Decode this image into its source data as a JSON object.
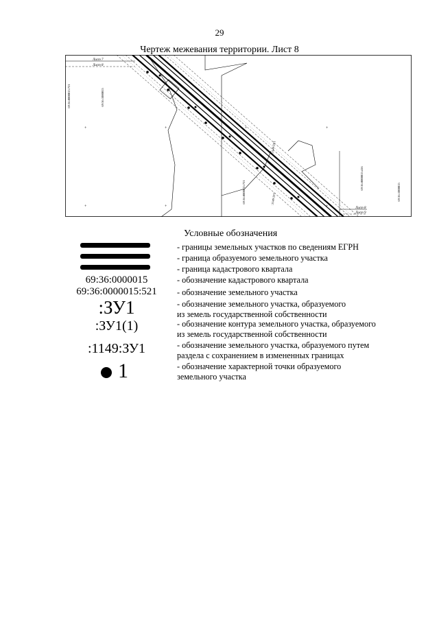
{
  "page": {
    "number": "29",
    "title": "Чертеж межевания территории. Лист 8"
  },
  "map": {
    "sheet_labels": {
      "top_1": "Лист 7",
      "top_2": "Лист 8",
      "bottom_1": "Лист 8",
      "bottom_2": "Лист 9"
    },
    "quarter_labels": {
      "left_edge": "69:36:0000015:721",
      "left_inner": "69:36:1000015",
      "right_mid": "69:36:0000015:416",
      "bottom_mid": "69:36:0000015:721",
      "right_edge": "69:36:1000015"
    },
    "parcel_labels": {
      "right_1": ":1149:ЗУ1",
      "right_2": ":1149:ЗУ1"
    },
    "colors": {
      "line": "#000000",
      "paper": "#ffffff"
    }
  },
  "legend": {
    "title": "Условные обозначения",
    "items": [
      {
        "symbol": "bar",
        "description": "- границы земельных участков по сведениям ЕГРН"
      },
      {
        "symbol": "bar",
        "description": "- граница образуемого земельного участка"
      },
      {
        "symbol": "bar",
        "description": "- граница кадастрового квартала"
      },
      {
        "symbol": "text",
        "text": "69:36:0000015",
        "description": "- обозначение кадастрового квартала"
      },
      {
        "symbol": "text",
        "text": "69:36:0000015:521",
        "description": "- обозначение земельного участка"
      },
      {
        "symbol": "text",
        "text": ":ЗУ1",
        "description": "- обозначение земельного участка, образуемого\nиз земель государственной собственности"
      },
      {
        "symbol": "text",
        "text": ":ЗУ1(1)",
        "description": "- обозначение контура земельного участка, образуемого\nиз земель государственной собственности"
      },
      {
        "symbol": "text",
        "text": ":1149:ЗУ1",
        "description": "- обозначение земельного участка, образуемого путем\nраздела с сохранением в измененных границах"
      },
      {
        "symbol": "point",
        "text": "1",
        "description": "- обозначение характерной точки образуемого\nземельного участка"
      }
    ]
  }
}
